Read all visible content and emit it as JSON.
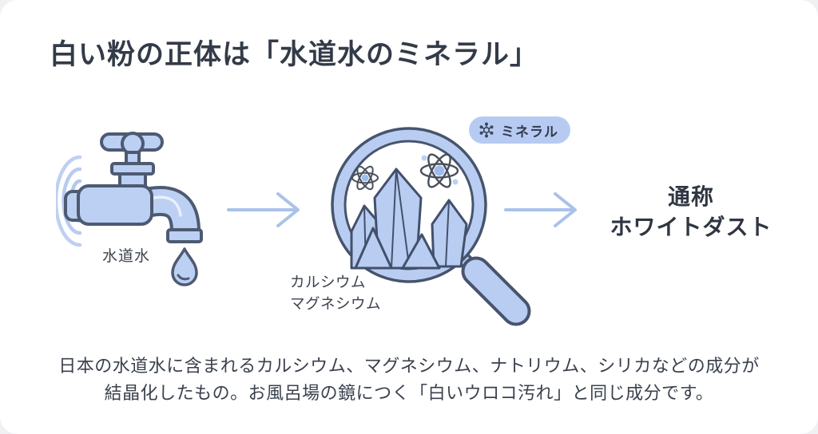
{
  "title": "白い粉の正体は「水道水のミネラル」",
  "diagram": {
    "faucet": {
      "label": "水道水"
    },
    "badge": {
      "label": "ミネラル"
    },
    "mineral_labels": [
      "カルシウム",
      "マグネシウム"
    ],
    "result": {
      "line1": "通称",
      "line2": "ホワイトダスト"
    }
  },
  "footer": {
    "line1": "日本の水道水に含まれるカルシウム、マグネシウム、ナトリウム、シリカなどの成分が",
    "line2": "結晶化したもの。お風呂場の鏡につく「白いウロコ汚れ」と同じ成分です。"
  },
  "colors": {
    "card_background": "#ffffff",
    "outer_background": "#eff1f3",
    "illustration_fill": "#b9cdf2",
    "illustration_outline": "#4b5870",
    "crystal_outline": "#43506b",
    "atom_stroke": "#494f5c",
    "arrow": "#a9c2ea",
    "badge_background": "#b7cbf2",
    "title_text": "#333b48",
    "body_text": "#3a414d"
  }
}
